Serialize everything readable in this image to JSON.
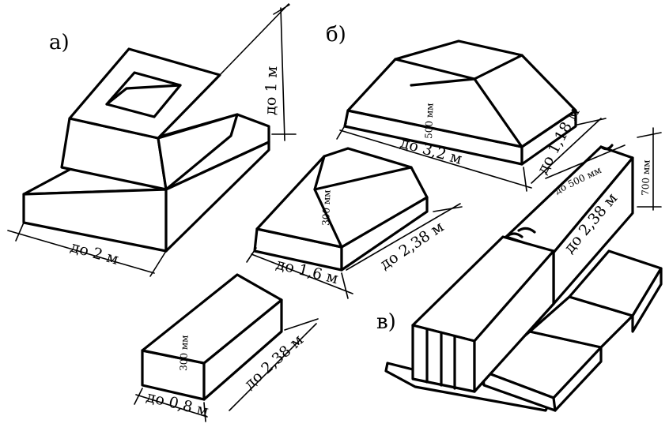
{
  "labels": {
    "panel_a": "а)",
    "panel_b": "б)",
    "panel_v": "в)",
    "a_height": "до 1 м",
    "a_width": "до 2 м",
    "b1_height": "500 мм",
    "b1_length": "до 3,2 м",
    "b1_width": "до 1,18 м",
    "b2_height": "300 мм",
    "b2_width": "до 1,6 м",
    "b2_length": "до 2,38 м",
    "b3_height": "300 мм",
    "b3_width": "до 0,8 м",
    "b3_length": "до 2,38 м",
    "v_width": "до 500 мм",
    "v_height": "700 мм",
    "v_length": "до 2,38 м"
  }
}
